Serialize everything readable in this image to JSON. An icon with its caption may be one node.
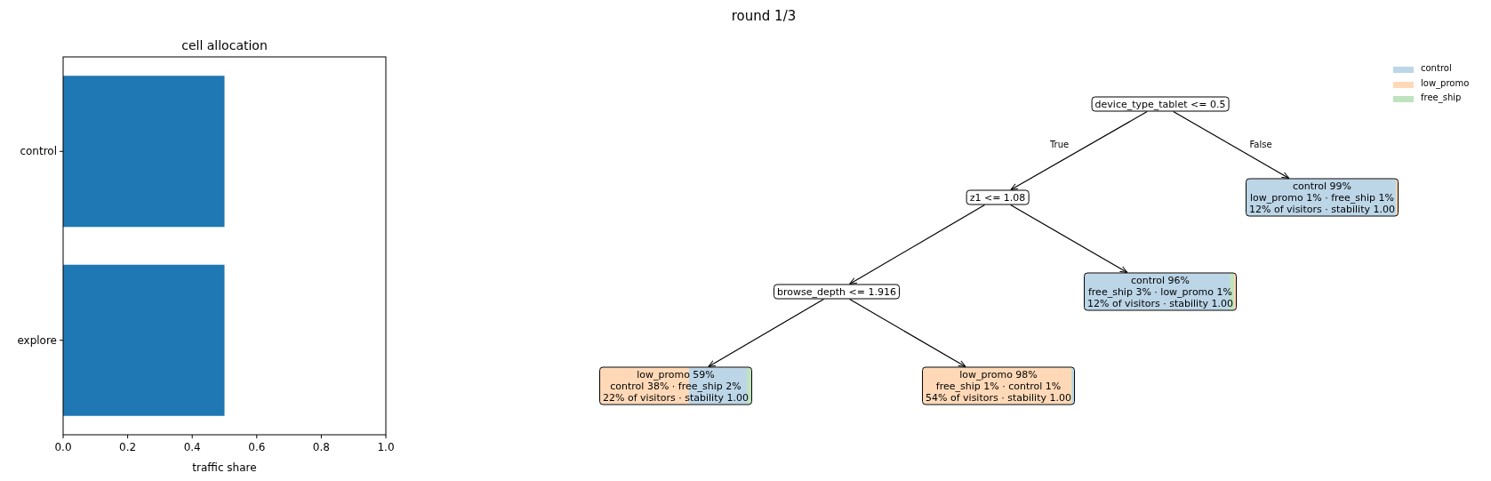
{
  "diagram": {
    "title": "round 1/3",
    "nodes": [
      {
        "text": [
          "device_type_tablet <= 0.5"
        ]
      },
      {
        "text": [
          "z1 <= 1.08"
        ]
      },
      {
        "text": [
          "control 99%",
          "low_promo 1% · free_ship 1%",
          "12% of visitors · stability 1.00"
        ]
      },
      {
        "text": [
          "browse_depth <= 1.916"
        ]
      },
      {
        "text": [
          "control 96%",
          "free_ship 3% · low_promo 1%",
          "12% of visitors · stability 1.00"
        ]
      },
      {
        "text": [
          "low_promo 59%",
          "control 38% · free_ship 2%",
          "22% of visitors · stability 1.00"
        ]
      },
      {
        "text": [
          "low_promo 98%",
          "free_ship 1% · control 1%",
          "54% of visitors · stability 1.00"
        ]
      }
    ],
    "edges": [
      {
        "from": 0,
        "to": 1,
        "arrow": "to",
        "label": "True"
      },
      {
        "from": 0,
        "to": 2,
        "arrow": "to",
        "label": "False"
      },
      {
        "from": 1,
        "to": 3,
        "arrow": "to"
      },
      {
        "from": 1,
        "to": 4,
        "arrow": "to"
      },
      {
        "from": 3,
        "to": 5,
        "arrow": "to"
      },
      {
        "from": 3,
        "to": 6,
        "arrow": "to"
      }
    ],
    "legend": [
      {
        "text": "control",
        "color": "#bcd6e8"
      },
      {
        "text": "low_promo",
        "color": "#ffd9b7"
      },
      {
        "text": "free_ship",
        "color": "#bfe2bf"
      }
    ],
    "chart_data": {
      "type": "bar",
      "orientation": "horizontal",
      "title": "cell allocation",
      "xlabel": "traffic share",
      "categories": [
        "control",
        "explore"
      ],
      "values": [
        0.5,
        0.5
      ],
      "xlim": [
        0,
        1
      ],
      "xticks": [
        {
          "value": 0,
          "label": "0.0"
        },
        0.2,
        0.4,
        0.6,
        0.8,
        {
          "value": 1,
          "label": "1.0"
        }
      ]
    }
  }
}
